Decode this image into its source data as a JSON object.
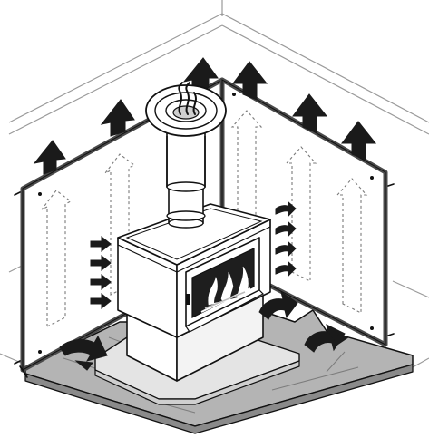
{
  "diagram": {
    "colors": {
      "outline": "#111111",
      "hearth_pad": "#b4b4b4",
      "shield_fill": "#ffffff",
      "shield_frame": "#4a4a4a",
      "arrow_fill": "#1a1a1a",
      "airflow_dash": "#7a7a7a",
      "room_lines": "#9a9a9a"
    },
    "icons": [
      "heat-rising-arrow",
      "convection-channel-arrow",
      "intake-air-arrow",
      "cold-air-curved-arrow",
      "fire-flame-icon",
      "smoke-icon"
    ]
  }
}
